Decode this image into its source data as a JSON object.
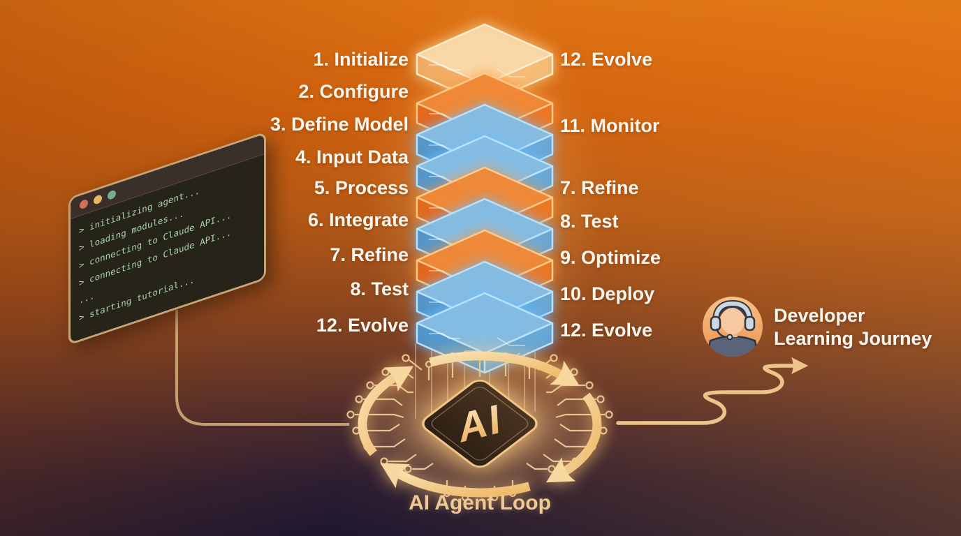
{
  "background": {
    "gradient_top": "#dd7212",
    "gradient_bottom": "#1d1731"
  },
  "terminal": {
    "dot_names": [
      "close-dot",
      "minimize-dot",
      "maximize-dot"
    ],
    "dot_colors": [
      "#d4705a",
      "#e9b662",
      "#74b18b"
    ],
    "lines": [
      "> initializing agent...",
      "> loading modules...",
      "> connecting to Claude API...",
      "> connecting to Claude API...",
      "...",
      "> starting tutorial..."
    ]
  },
  "stack": {
    "left_labels": [
      "1. Initialize",
      "2. Configure",
      "3. Define Model",
      "4. Input Data",
      "5. Process",
      "6. Integrate",
      "7. Refine",
      "8. Test",
      "12. Evolve"
    ],
    "right_labels": [
      "12. Evolve",
      "11. Monitor",
      "7. Refine",
      "8. Test",
      "9. Optimize",
      "10. Deploy",
      "12. Evolve"
    ],
    "layers": [
      {
        "color_name": "peach",
        "top": "#f9d9aa",
        "side_left": "#f0ab62",
        "side_right": "#f5bc78",
        "stroke": "#ffedcf"
      },
      {
        "color_name": "orange",
        "top": "#ef8836",
        "side_left": "#e2641a",
        "side_right": "#ea7526",
        "stroke": "#ffc98a"
      },
      {
        "color_name": "blue",
        "top": "#85bce2",
        "side_left": "#4f94cb",
        "side_right": "#65a9d8",
        "stroke": "#b5e3ff"
      },
      {
        "color_name": "blue",
        "top": "#85bce2",
        "side_left": "#4f94cb",
        "side_right": "#65a9d8",
        "stroke": "#b5e3ff"
      },
      {
        "color_name": "orange",
        "top": "#ef8836",
        "side_left": "#e2641a",
        "side_right": "#ea7526",
        "stroke": "#ffc98a"
      },
      {
        "color_name": "blue",
        "top": "#85bce2",
        "side_left": "#4f94cb",
        "side_right": "#65a9d8",
        "stroke": "#b5e3ff"
      },
      {
        "color_name": "orange",
        "top": "#ef8836",
        "side_left": "#e2641a",
        "side_right": "#ea7526",
        "stroke": "#ffc98a"
      },
      {
        "color_name": "blue",
        "top": "#85bce2",
        "side_left": "#4f94cb",
        "side_right": "#65a9d8",
        "stroke": "#b5e3ff"
      },
      {
        "color_name": "blue",
        "top": "#85bce2",
        "side_left": "#4f94cb",
        "side_right": "#65a9d8",
        "stroke": "#b5e3ff"
      }
    ]
  },
  "loop": {
    "chip_label": "AI",
    "caption": "AI Agent Loop",
    "arrow_color": "#f3cd92",
    "trace_color": "#eccf9a"
  },
  "journey": {
    "title_lines": [
      "Developer",
      "Learning Journey"
    ],
    "text_color": "#fbf7f0"
  }
}
